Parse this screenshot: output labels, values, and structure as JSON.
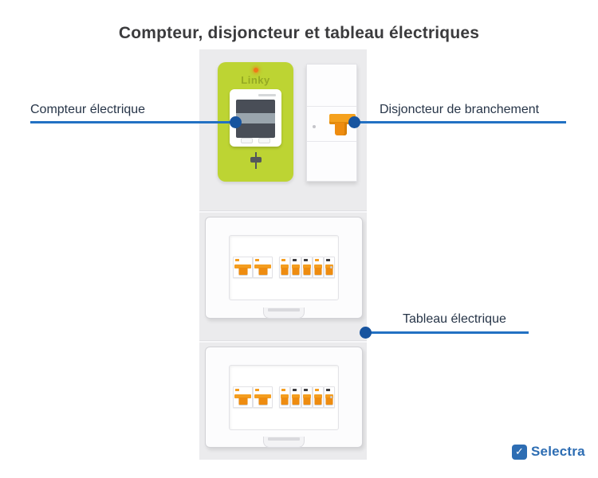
{
  "title": "Compteur, disjoncteur et tableau électriques",
  "callouts": {
    "meter": {
      "label": "Compteur électrique"
    },
    "main_breaker": {
      "label": "Disjoncteur de branchement"
    },
    "panel": {
      "label": "Tableau électrique"
    }
  },
  "meter": {
    "brand": "Linky"
  },
  "panels": [
    {
      "group_a_modules": 2,
      "group_b_modules": 5
    },
    {
      "group_a_modules": 2,
      "group_b_modules": 5
    }
  ],
  "logo": {
    "name": "Selectra",
    "check": "✓"
  },
  "colors": {
    "accent_blue": "#2271c3",
    "dot_blue": "#17549f",
    "lime_green": "#bdd433",
    "orange": "#f49d1f",
    "orange_dark": "#ee8c10",
    "selectra_blue": "#2d6db3",
    "title_color": "#3b3b3d",
    "label_color": "#273548"
  }
}
